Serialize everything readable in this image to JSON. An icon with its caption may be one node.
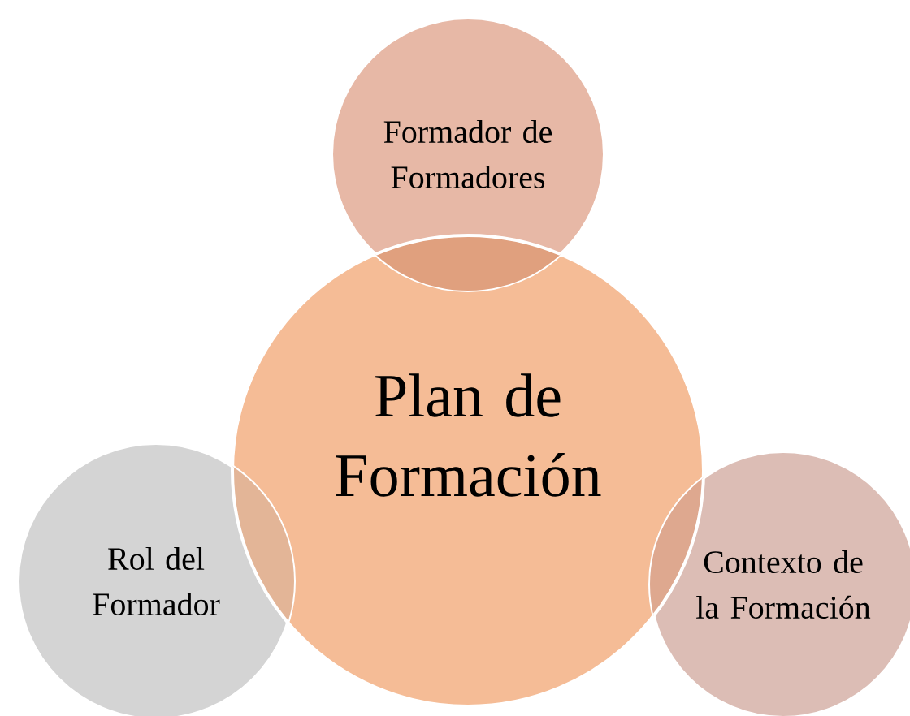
{
  "diagram": {
    "nodes": [
      {
        "text": [
          "Formador de Formadores"
        ]
      },
      {
        "text": [
          "Plan de Formación"
        ]
      },
      {
        "text": [
          "Rol del Formador"
        ]
      },
      {
        "text": [
          "Contexto de la Formación"
        ]
      }
    ]
  }
}
